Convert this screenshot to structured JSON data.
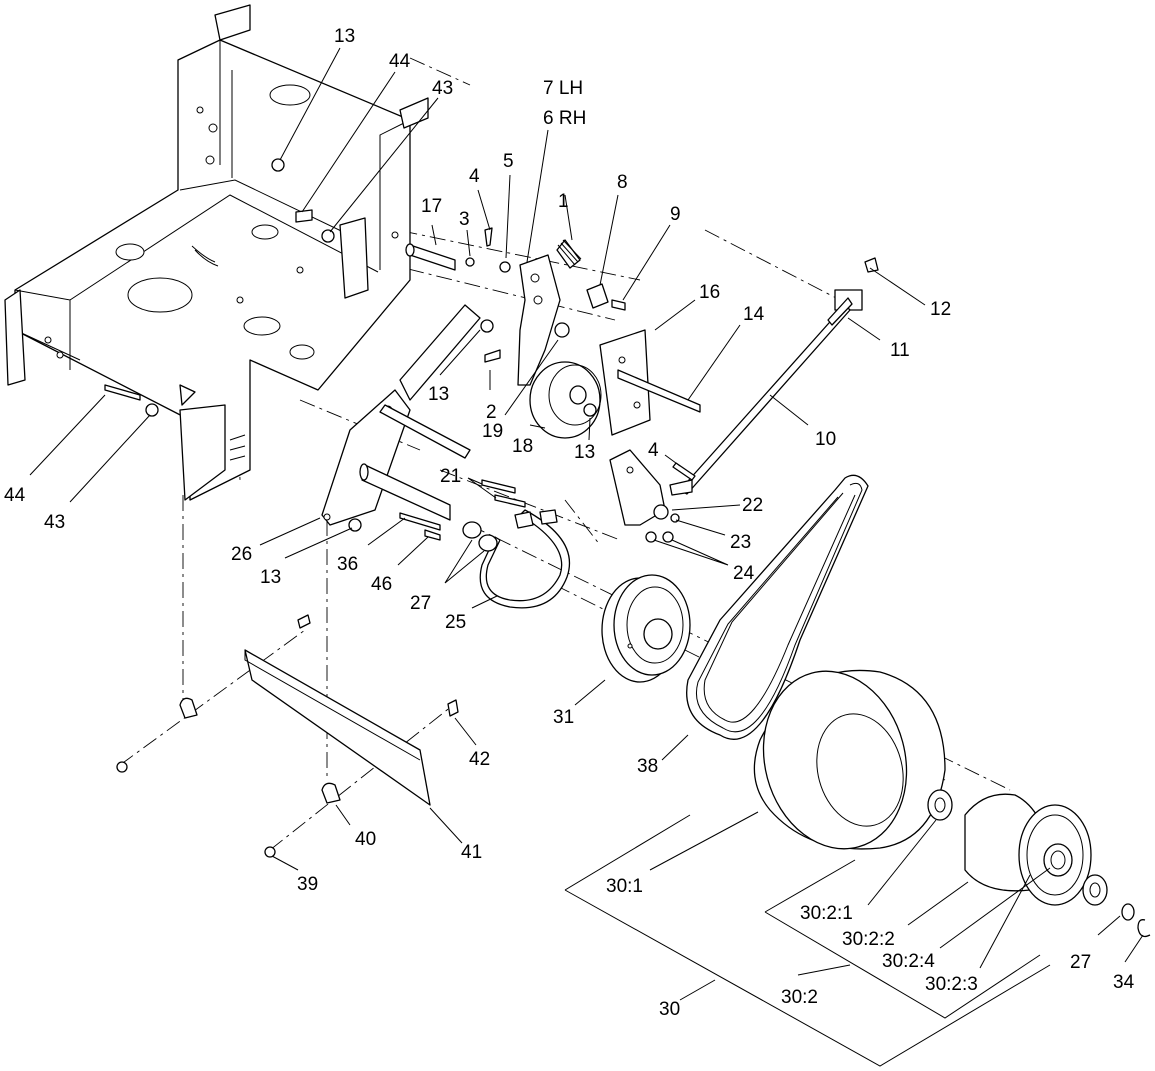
{
  "callouts": [
    {
      "id": "c-13a",
      "text": "13"
    },
    {
      "id": "c-44a",
      "text": "44"
    },
    {
      "id": "c-43a",
      "text": "43"
    },
    {
      "id": "c-7lh",
      "text": "7 LH"
    },
    {
      "id": "c-6rh",
      "text": "6 RH"
    },
    {
      "id": "c-4a",
      "text": "4"
    },
    {
      "id": "c-5",
      "text": "5"
    },
    {
      "id": "c-1",
      "text": "1"
    },
    {
      "id": "c-8",
      "text": "8"
    },
    {
      "id": "c-9",
      "text": "9"
    },
    {
      "id": "c-17",
      "text": "17"
    },
    {
      "id": "c-3",
      "text": "3"
    },
    {
      "id": "c-16",
      "text": "16"
    },
    {
      "id": "c-14",
      "text": "14"
    },
    {
      "id": "c-12",
      "text": "12"
    },
    {
      "id": "c-11",
      "text": "11"
    },
    {
      "id": "c-10",
      "text": "10"
    },
    {
      "id": "c-13b",
      "text": "13"
    },
    {
      "id": "c-2",
      "text": "2"
    },
    {
      "id": "c-19",
      "text": "19"
    },
    {
      "id": "c-18",
      "text": "18"
    },
    {
      "id": "c-13c",
      "text": "13"
    },
    {
      "id": "c-4b",
      "text": "4"
    },
    {
      "id": "c-22",
      "text": "22"
    },
    {
      "id": "c-23",
      "text": "23"
    },
    {
      "id": "c-24",
      "text": "24"
    },
    {
      "id": "c-21",
      "text": "21"
    },
    {
      "id": "c-44b",
      "text": "44"
    },
    {
      "id": "c-43b",
      "text": "43"
    },
    {
      "id": "c-26",
      "text": "26"
    },
    {
      "id": "c-13d",
      "text": "13"
    },
    {
      "id": "c-36",
      "text": "36"
    },
    {
      "id": "c-46",
      "text": "46"
    },
    {
      "id": "c-27a",
      "text": "27"
    },
    {
      "id": "c-25",
      "text": "25"
    },
    {
      "id": "c-31",
      "text": "31"
    },
    {
      "id": "c-38",
      "text": "38"
    },
    {
      "id": "c-42",
      "text": "42"
    },
    {
      "id": "c-40",
      "text": "40"
    },
    {
      "id": "c-41",
      "text": "41"
    },
    {
      "id": "c-39",
      "text": "39"
    },
    {
      "id": "c-30-1",
      "text": "30:1"
    },
    {
      "id": "c-30-2-1",
      "text": "30:2:1"
    },
    {
      "id": "c-30-2-2",
      "text": "30:2:2"
    },
    {
      "id": "c-30-2-4",
      "text": "30:2:4"
    },
    {
      "id": "c-30-2-3",
      "text": "30:2:3"
    },
    {
      "id": "c-27b",
      "text": "27"
    },
    {
      "id": "c-34",
      "text": "34"
    },
    {
      "id": "c-30-2",
      "text": "30:2"
    },
    {
      "id": "c-30",
      "text": "30"
    }
  ]
}
